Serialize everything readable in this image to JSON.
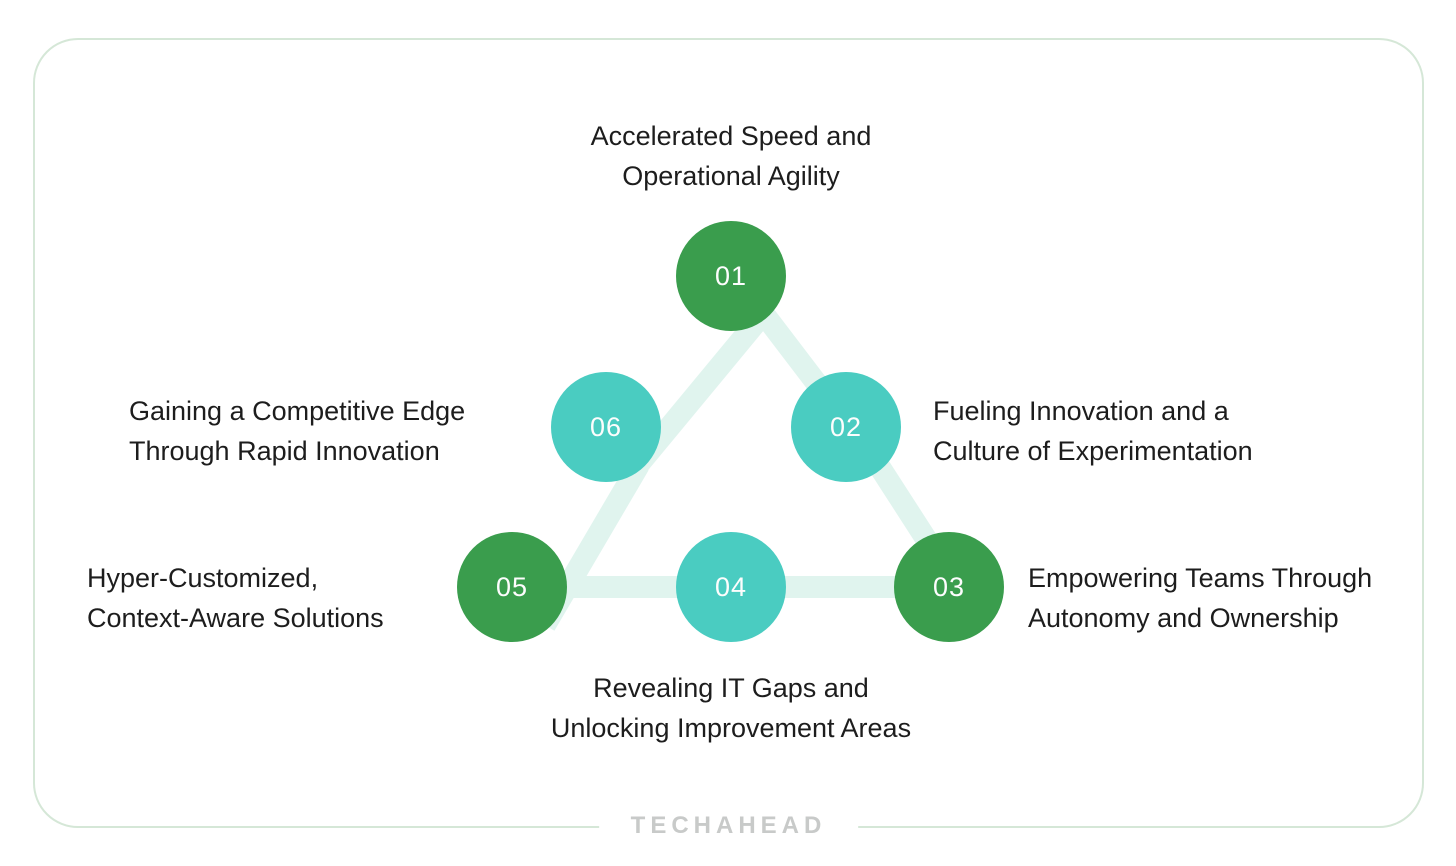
{
  "card": {
    "background": "#ffffff",
    "border_color": "#d5e7d7"
  },
  "palette": {
    "green": "#3a9d4d",
    "teal": "#4accc1",
    "connector": "#e0f4ee",
    "label_text": "#1d1d1d",
    "number_text": "#fdfdfd",
    "logo_color": "#c8cac9"
  },
  "diagram": {
    "nodes": [
      {
        "number": "01",
        "color": "green",
        "label_line1": "Accelerated Speed and",
        "label_line2": "Operational Agility"
      },
      {
        "number": "02",
        "color": "teal",
        "label_line1": "Fueling Innovation and a",
        "label_line2": "Culture of Experimentation"
      },
      {
        "number": "03",
        "color": "green",
        "label_line1": "Empowering Teams Through",
        "label_line2": "Autonomy and Ownership"
      },
      {
        "number": "04",
        "color": "teal",
        "label_line1": "Revealing IT Gaps and",
        "label_line2": "Unlocking Improvement Areas"
      },
      {
        "number": "05",
        "color": "green",
        "label_line1": "Hyper-Customized,",
        "label_line2": "Context-Aware Solutions"
      },
      {
        "number": "06",
        "color": "teal",
        "label_line1": "Gaining a Competitive Edge",
        "label_line2": "Through Rapid Innovation"
      }
    ]
  },
  "footer": {
    "logo_text": "TECHAHEAD"
  }
}
